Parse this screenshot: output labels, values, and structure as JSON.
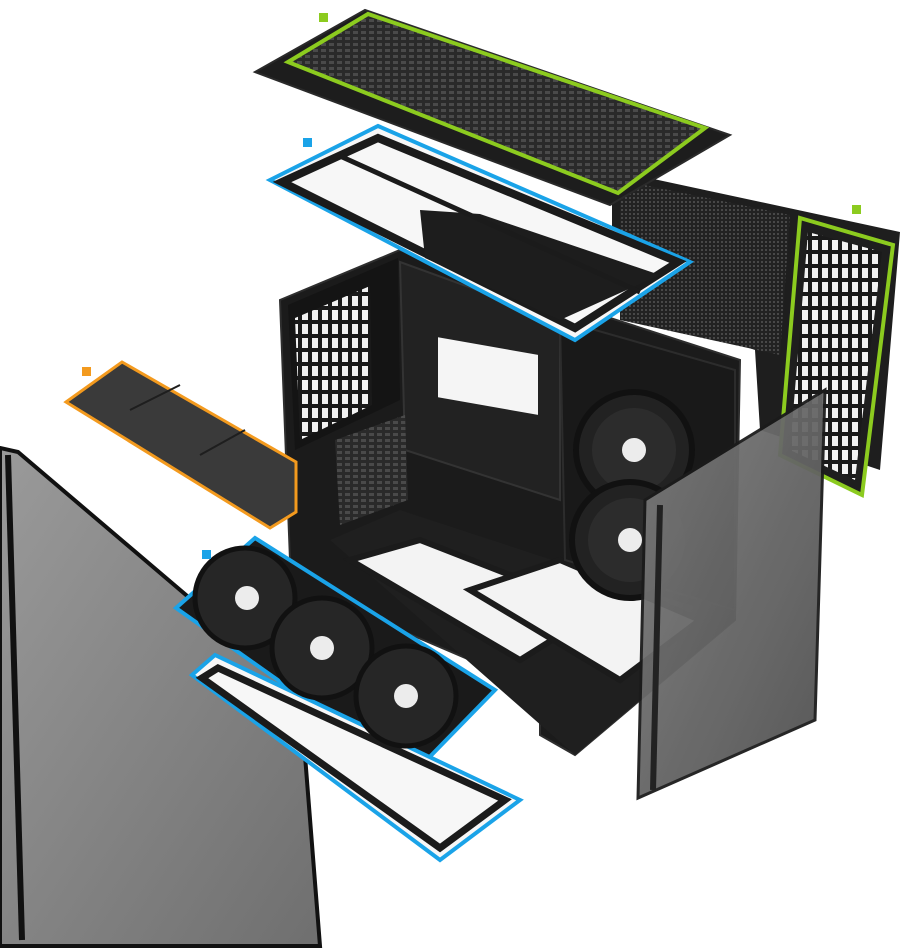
{
  "colors": {
    "background": "#ffffff",
    "case_body": "#1c1c1c",
    "case_edge": "#2e2e2e",
    "glass": "#8a8a8a",
    "mesh": "#3a3a3a",
    "highlight_green": "#8ccb1f",
    "highlight_blue": "#1aa3e8",
    "highlight_orange": "#f39a1e"
  },
  "markers": [
    {
      "color_key": "highlight_green",
      "icon": "green-square-marker"
    },
    {
      "color_key": "highlight_blue",
      "icon": "blue-square-marker"
    },
    {
      "color_key": "highlight_green",
      "icon": "green-square-marker"
    },
    {
      "color_key": "highlight_orange",
      "icon": "orange-square-marker"
    },
    {
      "color_key": "highlight_blue",
      "icon": "blue-square-marker"
    }
  ],
  "fan_logo_icon": "fan-hub-logo-icon"
}
